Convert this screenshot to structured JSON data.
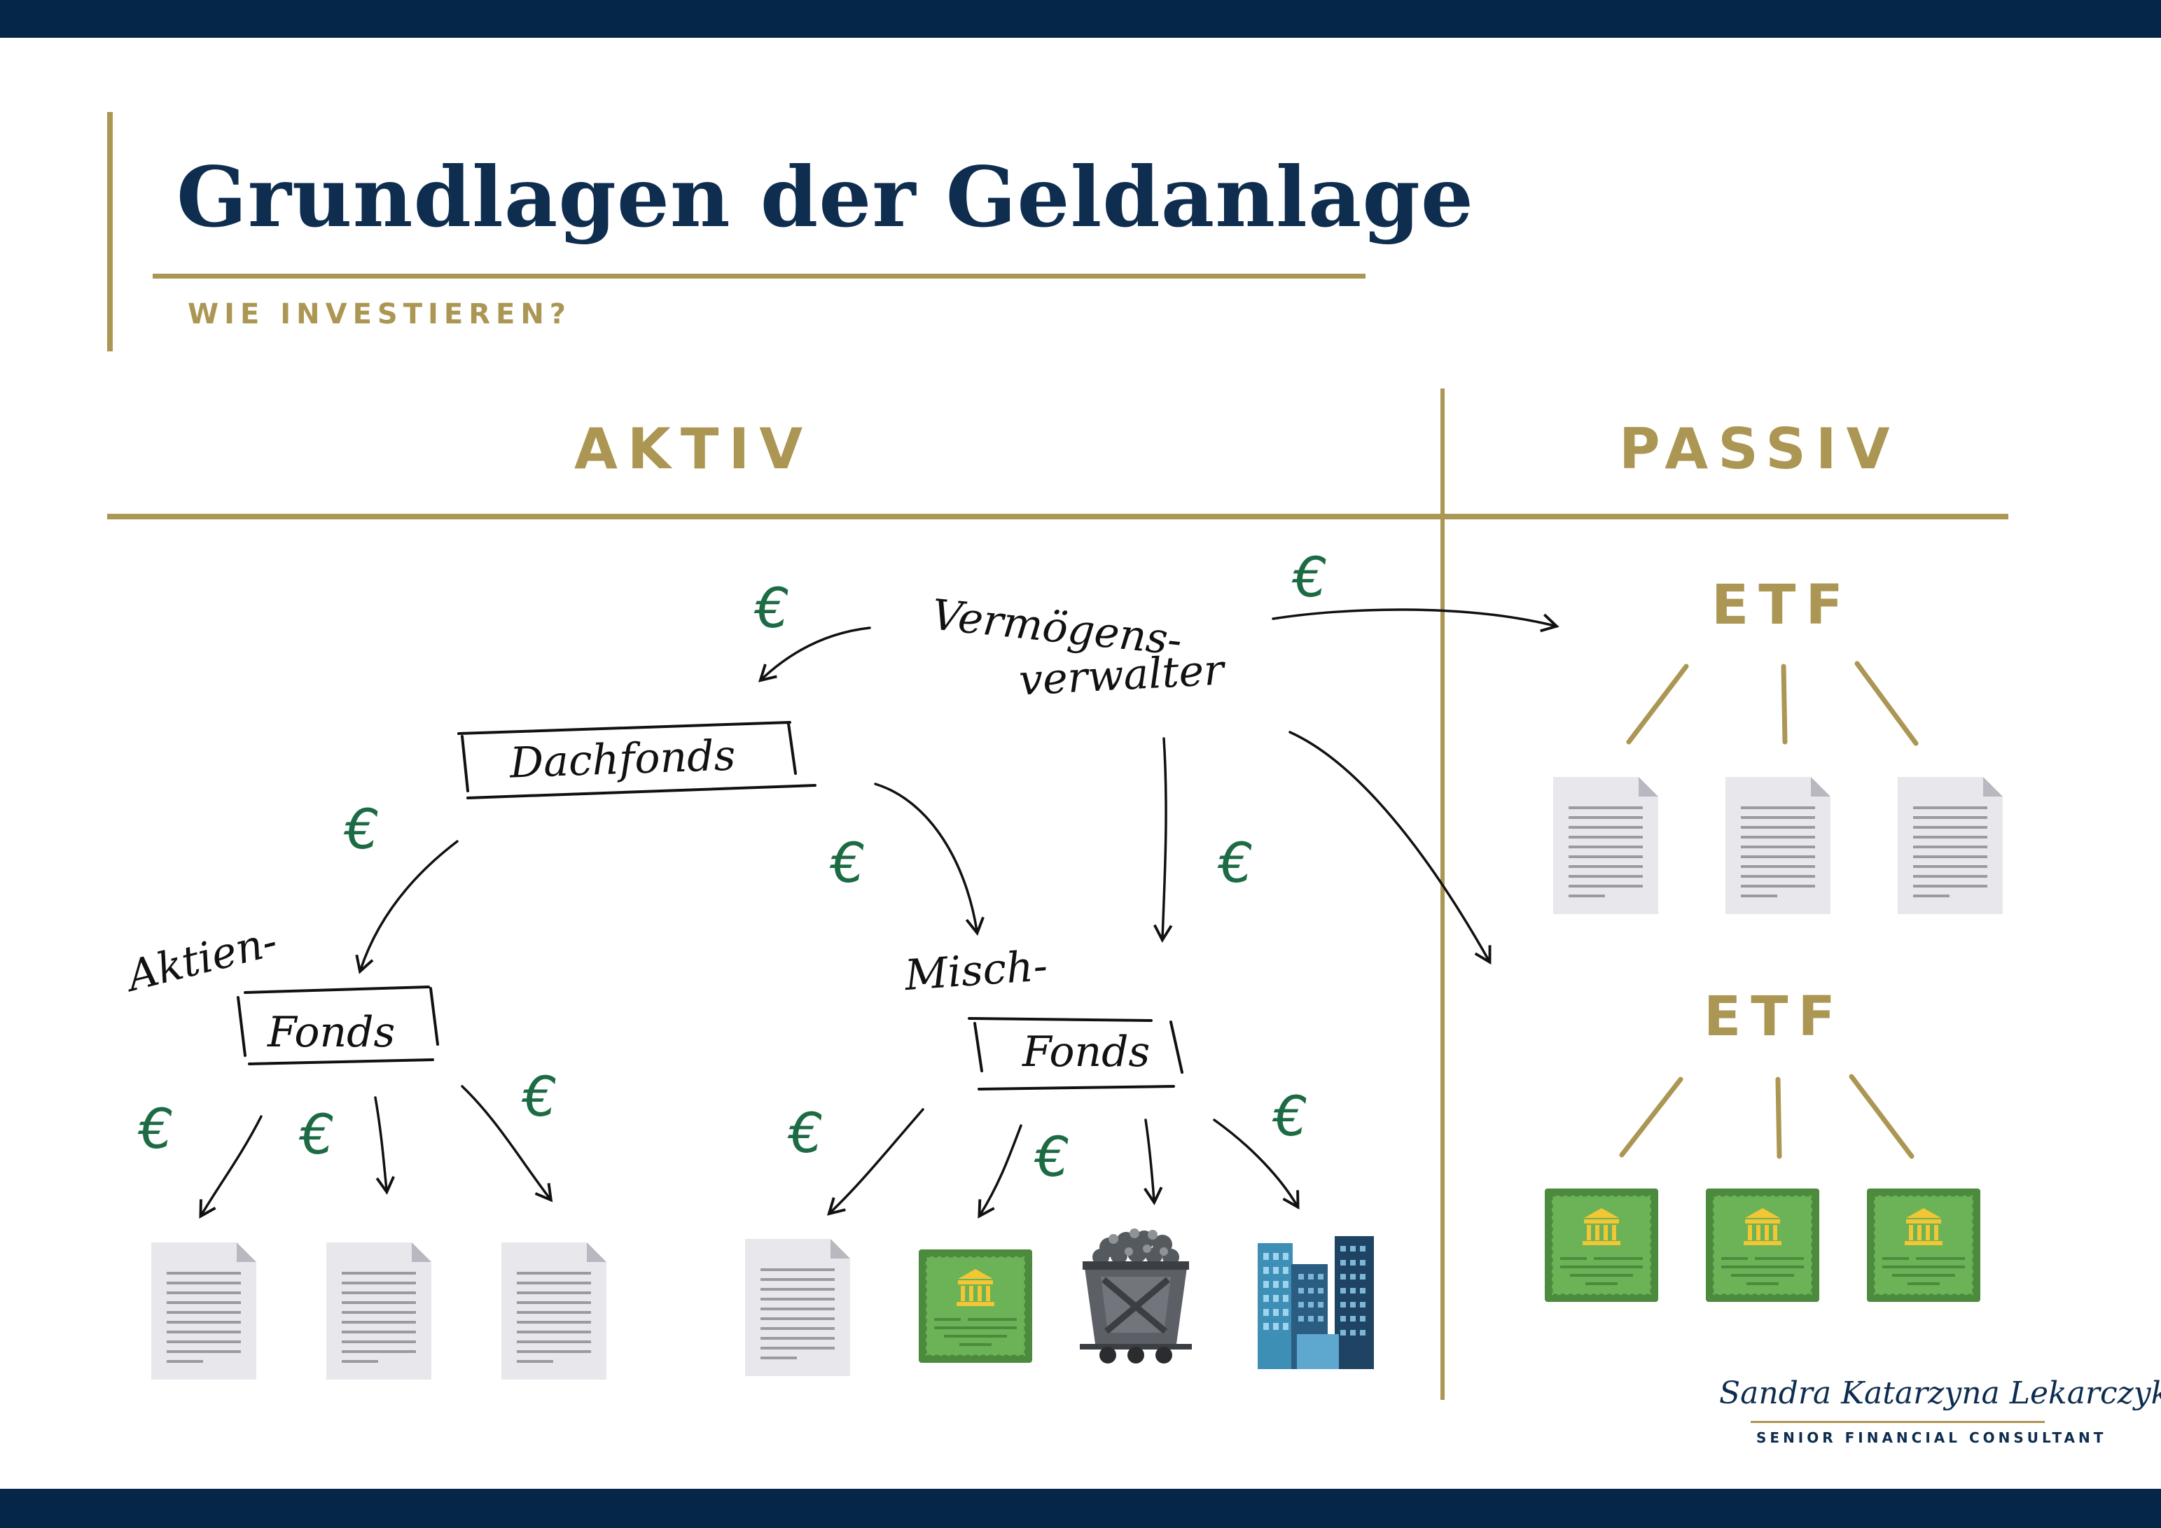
{
  "header": {
    "title": "Grundlagen der Geldanlage",
    "subtitle": "WIE INVESTIEREN?"
  },
  "columns": {
    "aktiv": "AKTIV",
    "passiv": "PASSIV"
  },
  "aktiv": {
    "verwaltung_line1": "Vermögens-",
    "verwaltung_line2": "verwalter",
    "dachfonds": "Dachfonds",
    "aktienfonds_line1": "Aktien-",
    "aktienfonds_line2": "Fonds",
    "mischfonds_line1": "Misch-",
    "mischfonds_line2": "Fonds"
  },
  "passiv": {
    "etf1": "ETF",
    "etf2": "ETF"
  },
  "currency_symbol": "€",
  "colors": {
    "navy": "#052649",
    "gold": "#ac9653",
    "euro_green": "#1d6b44"
  },
  "footer": {
    "name": "Sandra Katarzyna Lekarczyk",
    "role": "SENIOR FINANCIAL CONSULTANT"
  }
}
